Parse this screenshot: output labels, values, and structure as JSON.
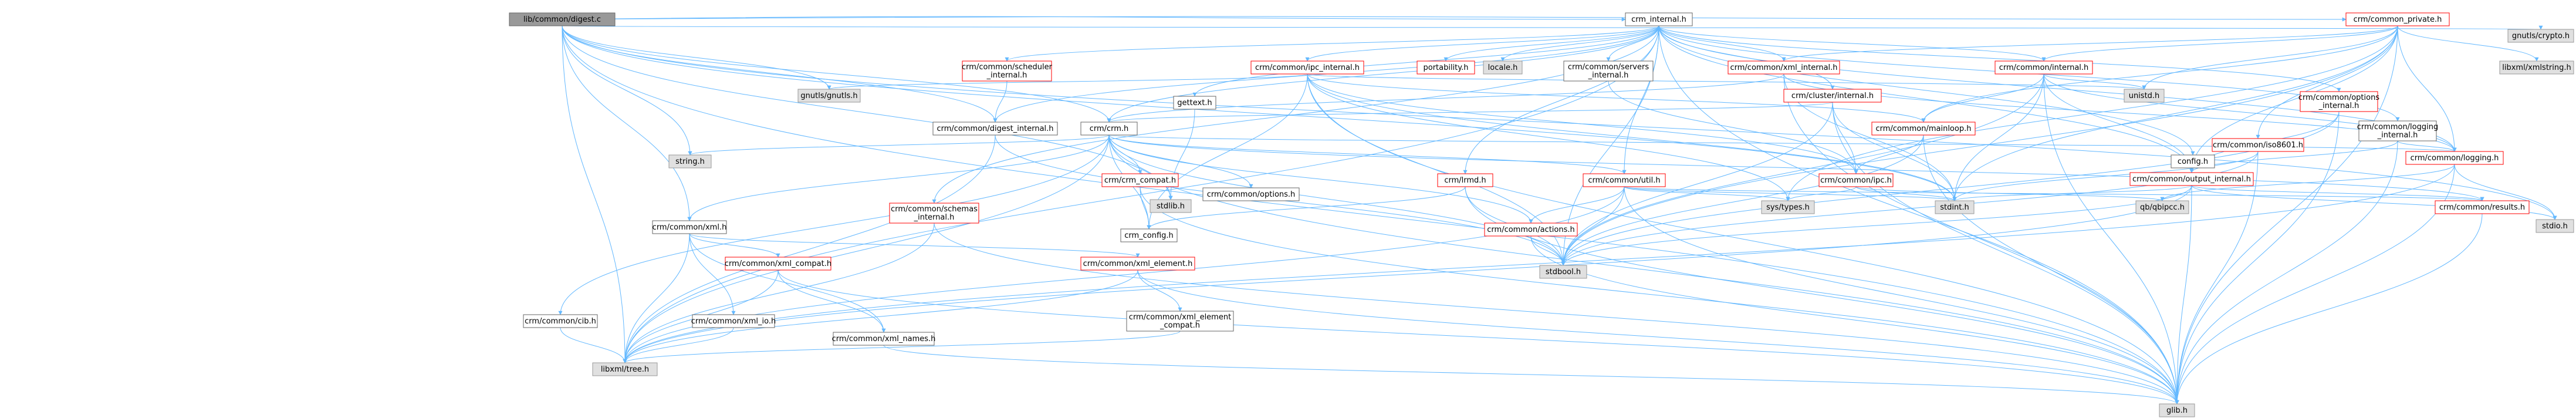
{
  "colors": {
    "root_fill": "#999999",
    "root_border": "#666666",
    "linked_fill": "#ffffff",
    "linked_border": "#ff0000",
    "plain_border": "#666666",
    "external_fill": "#e0e0e0",
    "external_border": "#999999",
    "edge": "#63b8ff",
    "text": "#000000"
  },
  "nodes": [
    {
      "id": "root",
      "label": "lib/common/digest.c",
      "kind": "root"
    },
    {
      "id": "crm_internal",
      "label": "crm_internal.h",
      "kind": "plain"
    },
    {
      "id": "common_private",
      "label": "crm/common_private.h",
      "kind": "linked"
    },
    {
      "id": "gnutls_crypto",
      "label": "gnutls/crypto.h",
      "kind": "external"
    },
    {
      "id": "portability",
      "label": "portability.h",
      "kind": "linked"
    },
    {
      "id": "locale",
      "label": "locale.h",
      "kind": "external"
    },
    {
      "id": "servers_internal",
      "label": "crm/common/servers\n_internal.h",
      "kind": "plain"
    },
    {
      "id": "xml_internal",
      "label": "crm/common/xml_internal.h",
      "kind": "linked"
    },
    {
      "id": "common_internal",
      "label": "crm/common/internal.h",
      "kind": "linked"
    },
    {
      "id": "libxml_xmlstring",
      "label": "libxml/xmlstring.h",
      "kind": "external"
    },
    {
      "id": "unistd",
      "label": "unistd.h",
      "kind": "external"
    },
    {
      "id": "scheduler_internal",
      "label": "crm/common/scheduler\n_internal.h",
      "kind": "linked"
    },
    {
      "id": "ipc_internal",
      "label": "crm/common/ipc_internal.h",
      "kind": "linked"
    },
    {
      "id": "cluster_internal",
      "label": "crm/cluster/internal.h",
      "kind": "linked"
    },
    {
      "id": "options_internal",
      "label": "crm/common/options\n_internal.h",
      "kind": "linked"
    },
    {
      "id": "logging_internal",
      "label": "crm/common/logging\n_internal.h",
      "kind": "plain"
    },
    {
      "id": "gnutls_gnutls",
      "label": "gnutls/gnutls.h",
      "kind": "external"
    },
    {
      "id": "digest_internal",
      "label": "crm/common/digest_internal.h",
      "kind": "plain"
    },
    {
      "id": "gettext",
      "label": "gettext.h",
      "kind": "plain"
    },
    {
      "id": "crm_h",
      "label": "crm/crm.h",
      "kind": "plain"
    },
    {
      "id": "mainloop",
      "label": "crm/common/mainloop.h",
      "kind": "linked"
    },
    {
      "id": "iso8601",
      "label": "crm/common/iso8601.h",
      "kind": "linked"
    },
    {
      "id": "config_h",
      "label": "config.h",
      "kind": "plain"
    },
    {
      "id": "output_internal",
      "label": "crm/common/output_internal.h",
      "kind": "linked"
    },
    {
      "id": "logging_h",
      "label": "crm/common/logging.h",
      "kind": "linked"
    },
    {
      "id": "string_h",
      "label": "string.h",
      "kind": "external"
    },
    {
      "id": "options_h",
      "label": "crm/common/options.h",
      "kind": "plain"
    },
    {
      "id": "crm_compat",
      "label": "crm/crm_compat.h",
      "kind": "linked"
    },
    {
      "id": "lrmd",
      "label": "crm/lrmd.h",
      "kind": "linked"
    },
    {
      "id": "util_h",
      "label": "crm/common/util.h",
      "kind": "linked"
    },
    {
      "id": "ipc_h",
      "label": "crm/common/ipc.h",
      "kind": "linked"
    },
    {
      "id": "schemas_internal",
      "label": "crm/common/schemas\n_internal.h",
      "kind": "linked"
    },
    {
      "id": "stdlib",
      "label": "stdlib.h",
      "kind": "external"
    },
    {
      "id": "crm_config",
      "label": "crm_config.h",
      "kind": "plain"
    },
    {
      "id": "sys_types",
      "label": "sys/types.h",
      "kind": "external"
    },
    {
      "id": "stdint",
      "label": "stdint.h",
      "kind": "external"
    },
    {
      "id": "qb_ipcc",
      "label": "qb/qbipcc.h",
      "kind": "external"
    },
    {
      "id": "results_h",
      "label": "crm/common/results.h",
      "kind": "linked"
    },
    {
      "id": "stdio",
      "label": "stdio.h",
      "kind": "external"
    },
    {
      "id": "xml_h",
      "label": "crm/common/xml.h",
      "kind": "plain"
    },
    {
      "id": "actions_h",
      "label": "crm/common/actions.h",
      "kind": "linked"
    },
    {
      "id": "xml_element",
      "label": "crm/common/xml_element.h",
      "kind": "linked"
    },
    {
      "id": "stdbool",
      "label": "stdbool.h",
      "kind": "external"
    },
    {
      "id": "xml_compat",
      "label": "crm/common/xml_compat.h",
      "kind": "linked"
    },
    {
      "id": "cib_h",
      "label": "crm/common/cib.h",
      "kind": "plain"
    },
    {
      "id": "xml_io",
      "label": "crm/common/xml_io.h",
      "kind": "plain"
    },
    {
      "id": "xml_names",
      "label": "crm/common/xml_names.h",
      "kind": "plain"
    },
    {
      "id": "xml_element_compat",
      "label": "crm/common/xml_element\n_compat.h",
      "kind": "plain"
    },
    {
      "id": "libxml_tree",
      "label": "libxml/tree.h",
      "kind": "external"
    },
    {
      "id": "glib",
      "label": "glib.h",
      "kind": "external"
    }
  ]
}
